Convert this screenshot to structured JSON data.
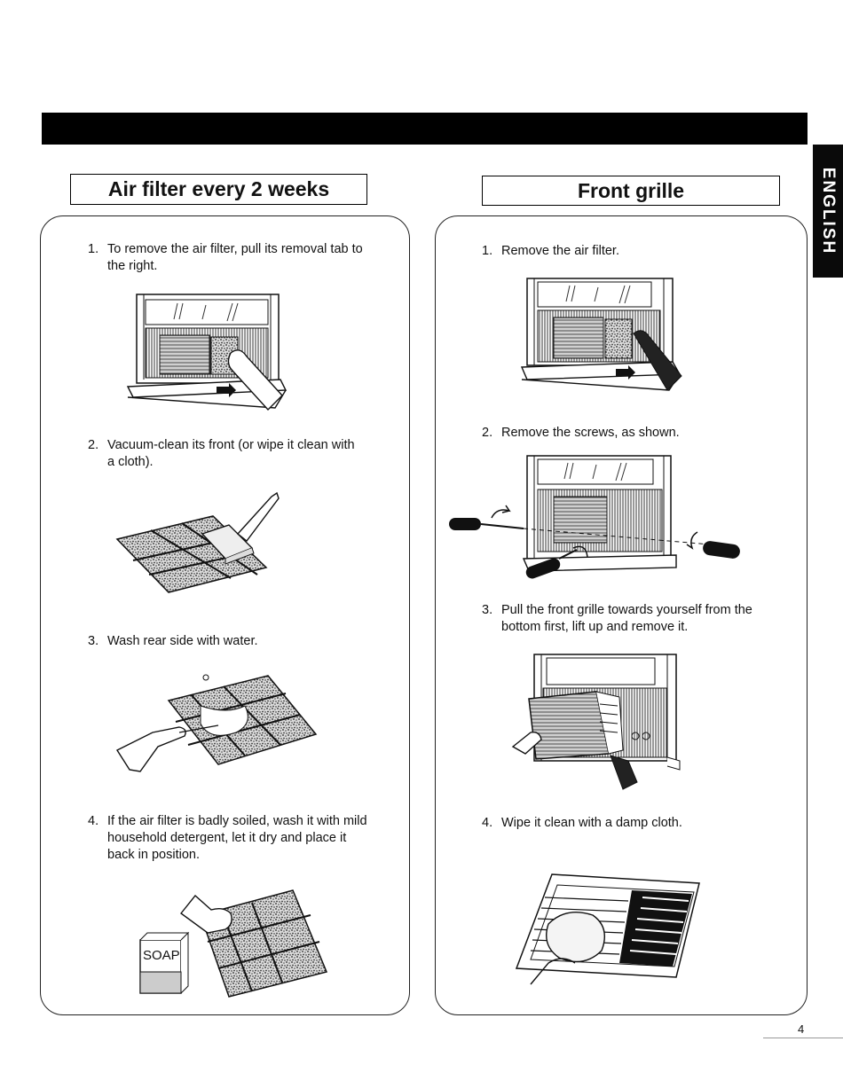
{
  "side_tab": {
    "label": "ENGLISH"
  },
  "left_section": {
    "title": "Air filter every 2 weeks",
    "steps": [
      {
        "num": "1.",
        "text": "To remove the air filter, pull its removal tab to the right."
      },
      {
        "num": "2.",
        "text": "Vacuum-clean its front (or wipe it clean with a cloth)."
      },
      {
        "num": "3.",
        "text": "Wash rear side with water."
      },
      {
        "num": "4.",
        "text": "If the air filter is badly soiled, wash it with mild household detergent, let it dry and place it back in position."
      }
    ],
    "soap_label": "SOAP"
  },
  "right_section": {
    "title": "Front grille",
    "steps": [
      {
        "num": "1.",
        "text": "Remove the air filter."
      },
      {
        "num": "2.",
        "text": "Remove the screws, as shown."
      },
      {
        "num": "3.",
        "text": "Pull the front grille towards yourself from the bottom first, lift up and remove it."
      },
      {
        "num": "4.",
        "text": "Wipe it clean with a damp cloth."
      }
    ]
  },
  "page_number": "4"
}
